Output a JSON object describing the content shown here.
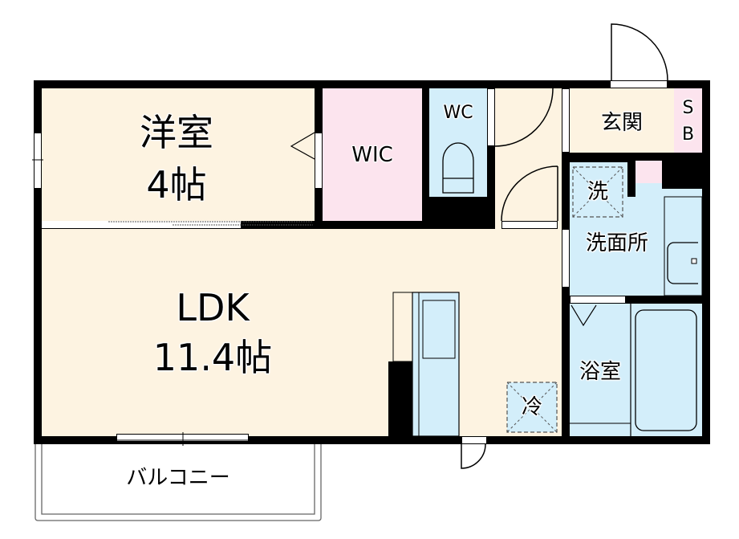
{
  "floorplan": {
    "colors": {
      "wood_floor": "#fdf3e1",
      "closet_pink": "#fce4ee",
      "wet_blue": "#d3eefa",
      "wall": "#000000"
    },
    "rooms": {
      "western_room": {
        "name": "洋室",
        "size": "4帖"
      },
      "ldk": {
        "name": "LDK",
        "size": "11.4帖"
      },
      "wic": {
        "name": "WIC"
      },
      "wc": {
        "name": "WC"
      },
      "entrance": {
        "name": "玄関"
      },
      "shoe_box": {
        "line1": "S",
        "line2": "B"
      },
      "washroom": {
        "name": "洗面所"
      },
      "bathroom": {
        "name": "浴室"
      },
      "balcony": {
        "name": "バルコニー"
      }
    },
    "fixtures": {
      "washer_space": "洗",
      "fridge_space": "冷"
    }
  }
}
